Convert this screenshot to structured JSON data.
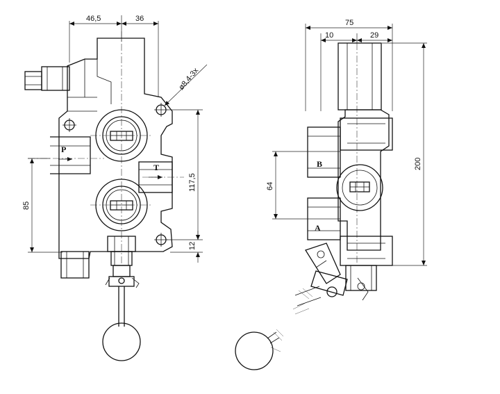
{
  "front_view": {
    "dimensions": {
      "top_left_width": "46,5",
      "top_right_width": "36",
      "mounting_hole": "ø8,4-3x",
      "port_spacing": "117,5",
      "left_height": "85",
      "bottom_offset": "12"
    },
    "ports": {
      "pressure": "P",
      "tank": "T"
    }
  },
  "side_view": {
    "dimensions": {
      "overall_width": "75",
      "offset_left": "10",
      "offset_right": "29",
      "overall_height": "200",
      "work_port_spacing": "64"
    },
    "ports": {
      "work_b": "B",
      "work_a": "A"
    }
  }
}
